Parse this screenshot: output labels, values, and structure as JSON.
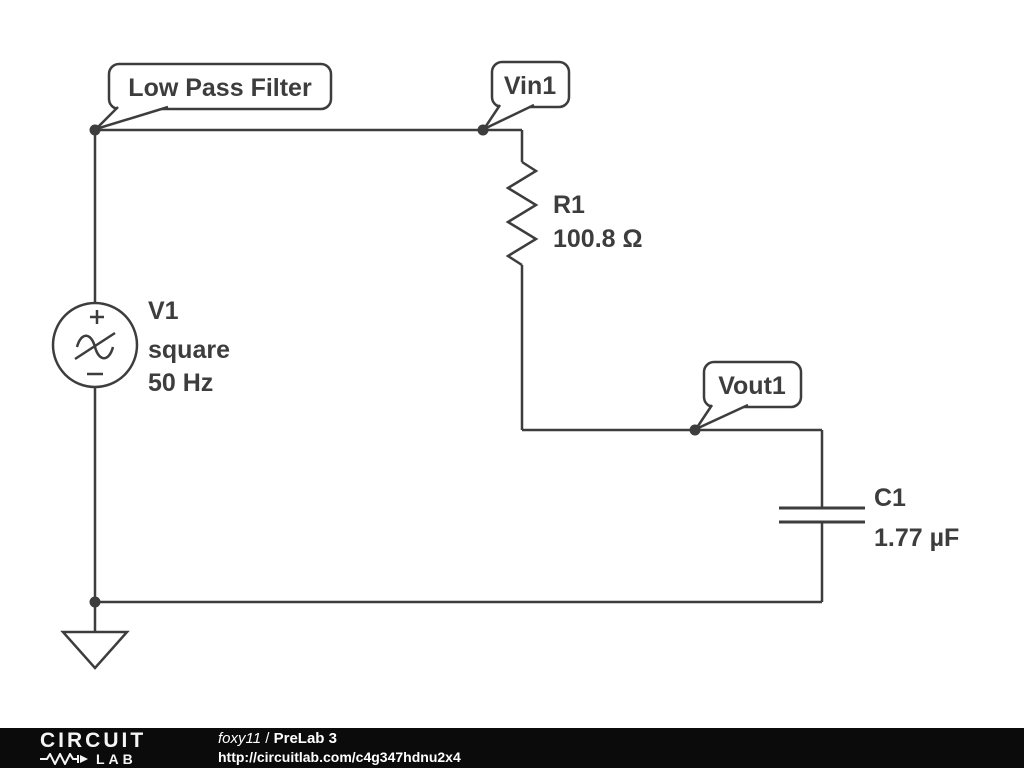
{
  "canvas": {
    "background": "#ffffff",
    "line_color": "#3d3d3d"
  },
  "callouts": {
    "title": {
      "label": "Low Pass Filter"
    },
    "vin": {
      "label": "Vin1"
    },
    "vout": {
      "label": "Vout1"
    }
  },
  "components": {
    "v1": {
      "name": "V1",
      "waveform": "square",
      "value": "50 Hz"
    },
    "r1": {
      "name": "R1",
      "value": "100.8 Ω"
    },
    "c1": {
      "name": "C1",
      "value": "1.77 µF"
    }
  },
  "footer": {
    "logo_top": "CIRCUIT",
    "logo_bottom": "LAB",
    "author": "foxy11",
    "separator": " / ",
    "sheet_title": "PreLab 3",
    "url": "http://circuitlab.com/c4g347hdnu2x4"
  }
}
